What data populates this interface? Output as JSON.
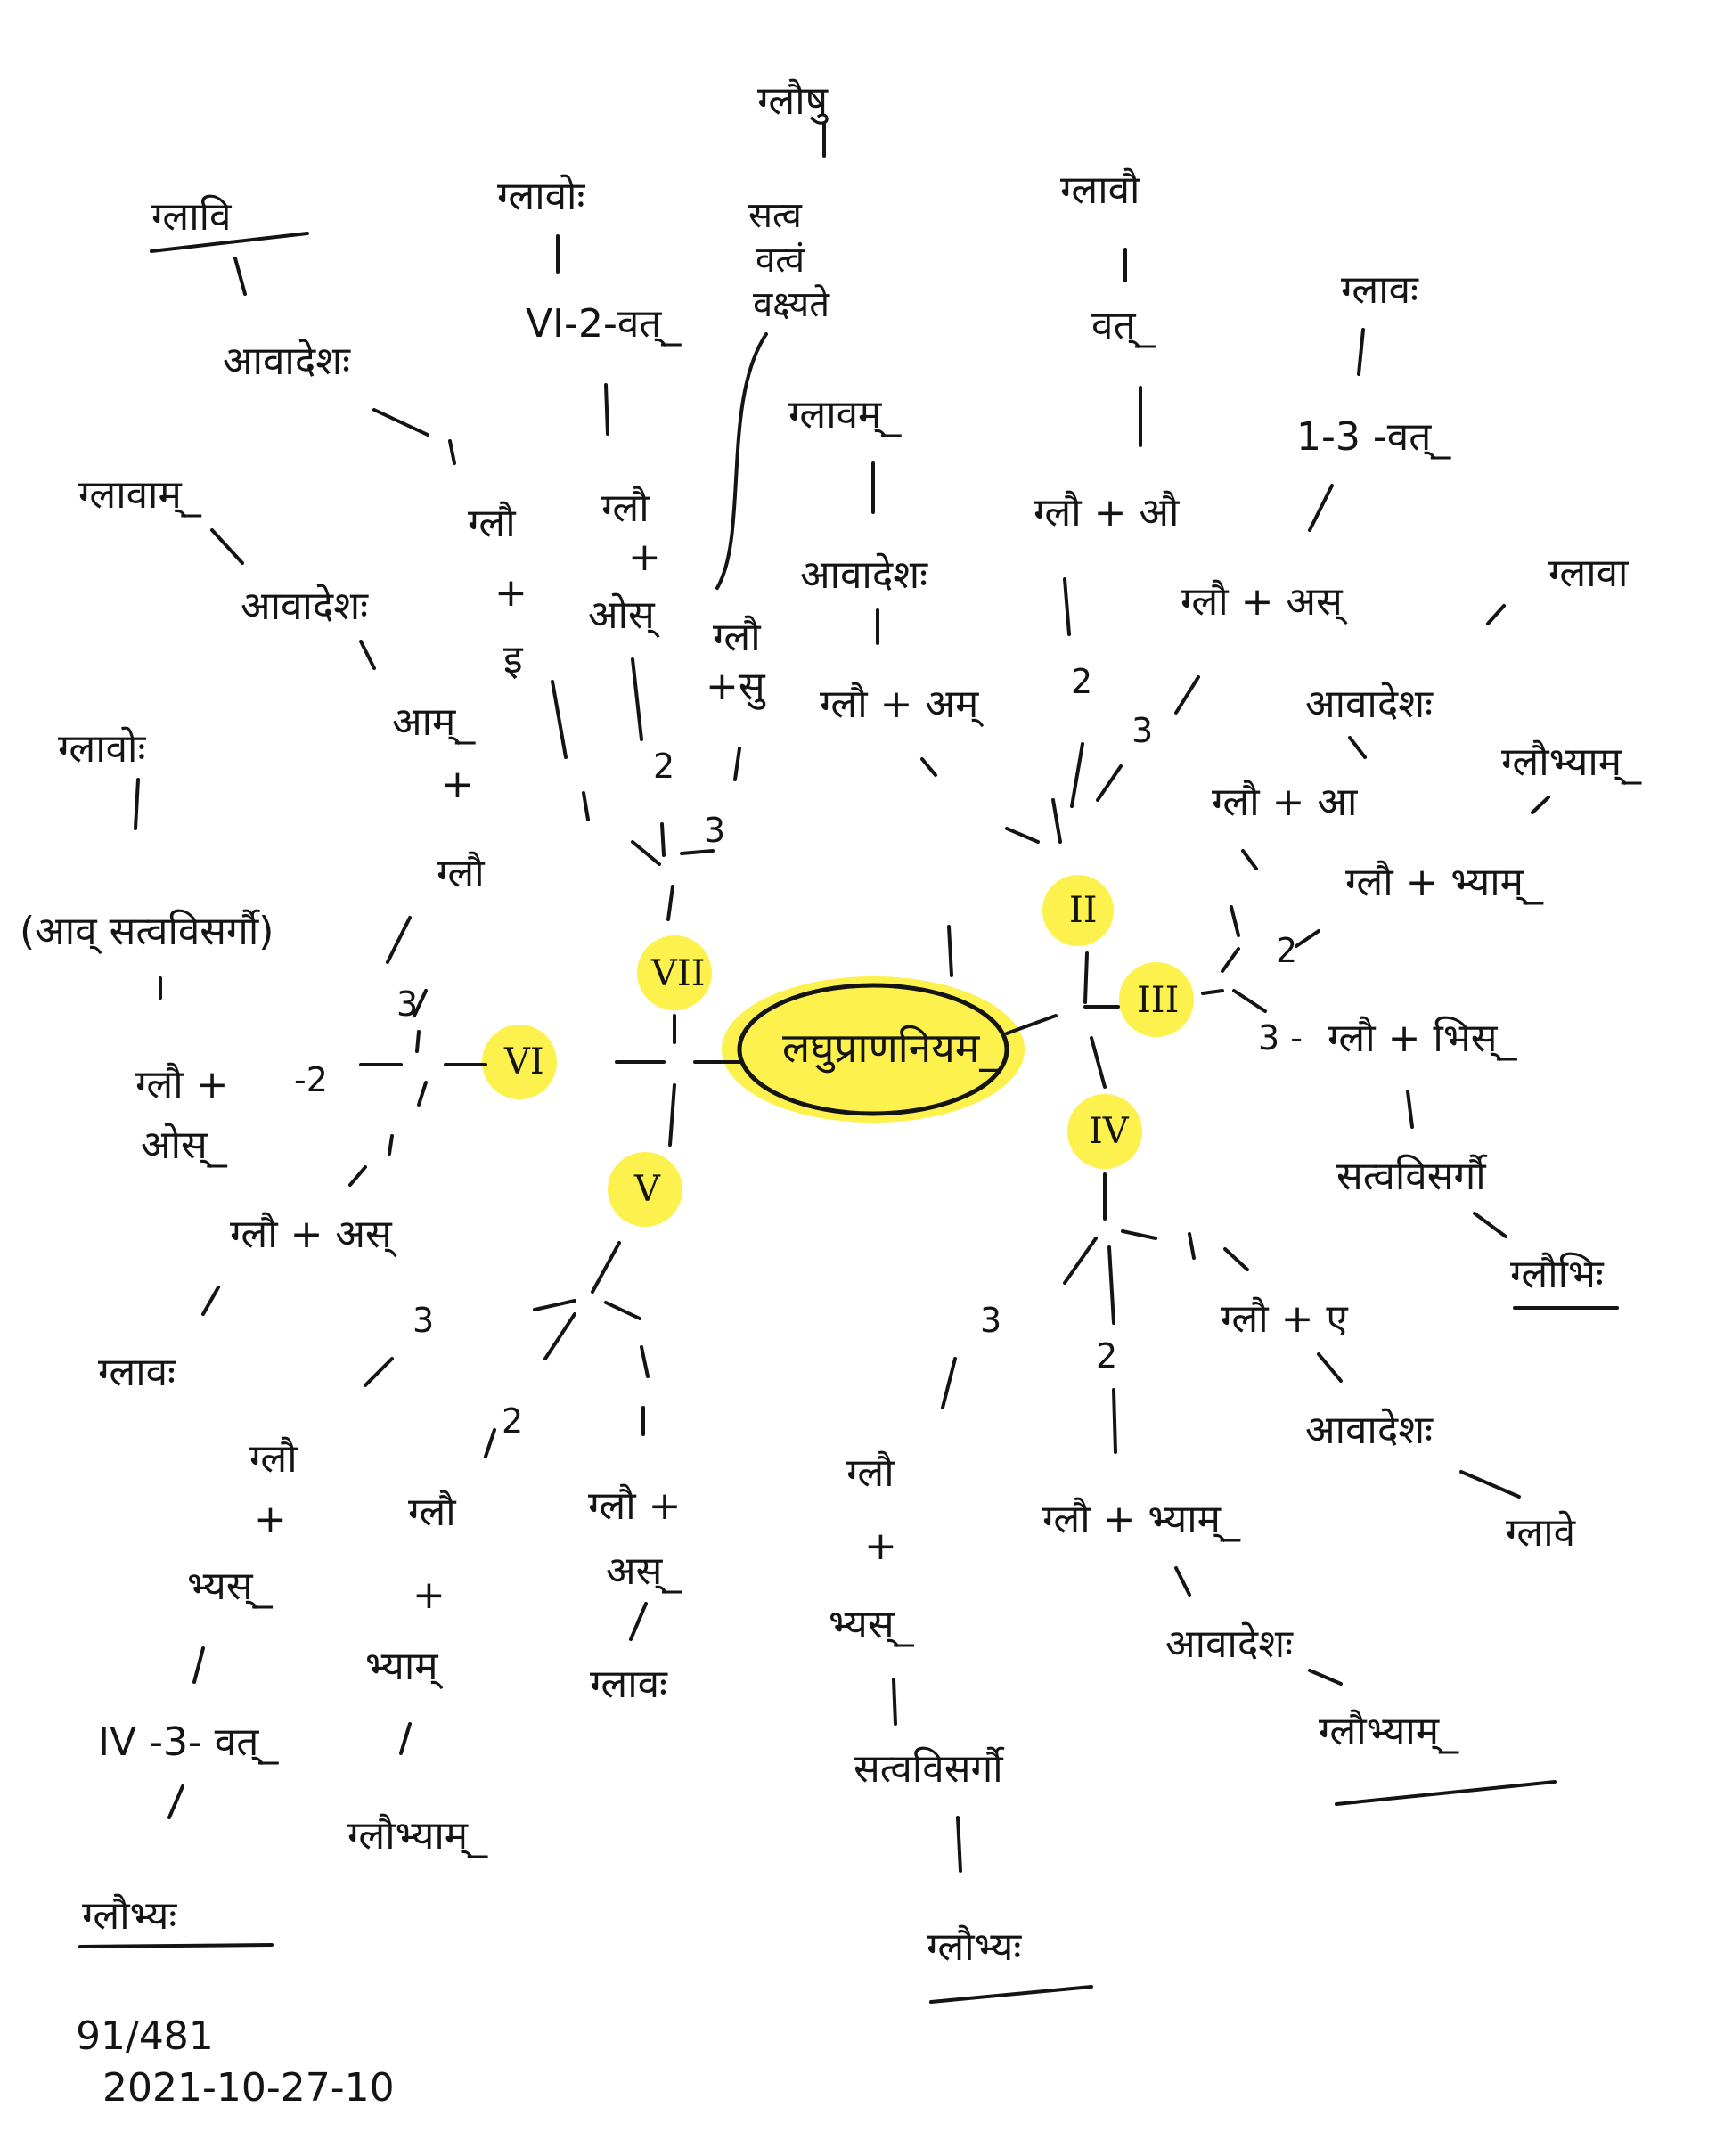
{
  "center": "लघुप्राणनियम_",
  "branches": {
    "b2": {
      "num": "II",
      "n2": "2",
      "n3": "3",
      "arm2": [
        "ग्लौ + औ",
        "वत्_",
        "ग्लावौ"
      ],
      "arm3": [
        "ग्लौ + अस्",
        "1-3 -वत्_",
        "ग्लावः"
      ]
    },
    "b3": {
      "num": "III",
      "n2": "2",
      "n3": "3 -",
      "arm1": [
        "ग्लौ + आ",
        "आवादेशः",
        "ग्लावा"
      ],
      "arm2": [
        "ग्लौ + भ्याम्_",
        "ग्लौभ्याम्_"
      ],
      "arm3": [
        "ग्लौ + भिस्_",
        "सत्वविसर्गौ",
        "ग्लौभिः"
      ]
    },
    "b4": {
      "num": "IV",
      "n2": "2",
      "n3": "3",
      "arm1": [
        "ग्लौ + ए",
        "आवादेशः",
        "ग्लावे"
      ],
      "arm2": [
        "ग्लौ + भ्याम्_",
        "आवादेशः",
        "ग्लौभ्याम्_"
      ],
      "arm3": [
        "ग्लौ",
        "+",
        "भ्यस्_",
        "सत्वविसर्गौ",
        "ग्लौभ्यः"
      ]
    },
    "b5": {
      "num": "V",
      "n2": "2",
      "n3": "3",
      "arm1": [
        "ग्लौ +",
        "अस्_",
        "ग्लावः"
      ],
      "arm2": [
        "ग्लौ",
        "+",
        "भ्याम्",
        "ग्लौभ्याम्_"
      ],
      "arm3": [
        "ग्लौ",
        "+",
        "भ्यस्_",
        "IV -3- वत्_",
        "ग्लौभ्यः"
      ]
    },
    "b6": {
      "num": "VI",
      "n2": "-2",
      "n3": "3",
      "arm1": [
        "ग्लौ + अस्",
        "ग्लावः"
      ],
      "arm2": [
        "ग्लौ +",
        "ओस्_"
      ],
      "arm3": [
        "आम्_",
        "+",
        "ग्लौ",
        "(आव् सत्वविसर्गौ)",
        "ग्लावोः",
        "आवादेशः",
        "ग्लावाम्_"
      ]
    },
    "b7": {
      "num": "VII",
      "n2": "2",
      "n3": "3",
      "arm1": [
        "ग्लौ",
        "+",
        "इ",
        "आवादेशः",
        "ग्लावि"
      ],
      "arm2": [
        "ग्लौ",
        "+",
        "ओस्",
        "VI-2-वत्_",
        "ग्लावोः"
      ],
      "arm3": [
        "ग्लौ",
        "+सु",
        "सत्व",
        "वत्वं",
        "वक्ष्यते",
        "ग्लौषु"
      ]
    },
    "b1": {
      "items": [
        "ग्लौ + अम्",
        "आवादेशः",
        "ग्लावम्_"
      ]
    }
  },
  "footer": {
    "page": "91/481",
    "date": "2021-10-27-10"
  }
}
